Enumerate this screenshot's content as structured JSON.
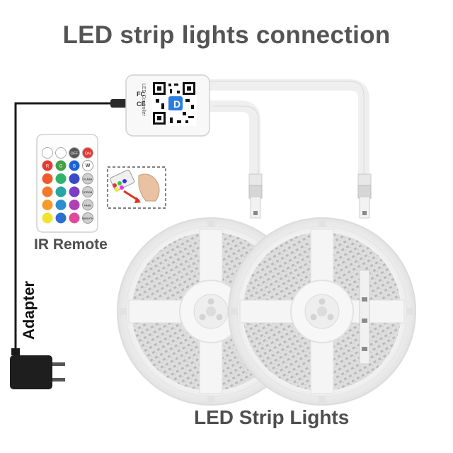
{
  "title": "LED strip lights connection",
  "labels": {
    "ir_remote": "IR Remote",
    "adapter": "Adapter",
    "strip_lights": "LED Strip Lights"
  },
  "controller": {
    "side_text": "LED Controller",
    "logo_letter": "D",
    "marks": [
      "FC",
      "CE"
    ]
  },
  "remote": {
    "top_row": [
      "",
      "",
      "OFF",
      "ON"
    ],
    "side_buttons": [
      "W",
      "FLASH",
      "STROB",
      "FADE",
      "SMOOTH"
    ],
    "color_letters": [
      "R",
      "G",
      "B"
    ]
  },
  "colors": {
    "title_text": "#545454",
    "label_text": "#4f4f4f",
    "adapter_text": "#111111",
    "cable": "#1a1a1a",
    "reel": "#f4f4f4",
    "led_bed": "#d9d9d9"
  }
}
